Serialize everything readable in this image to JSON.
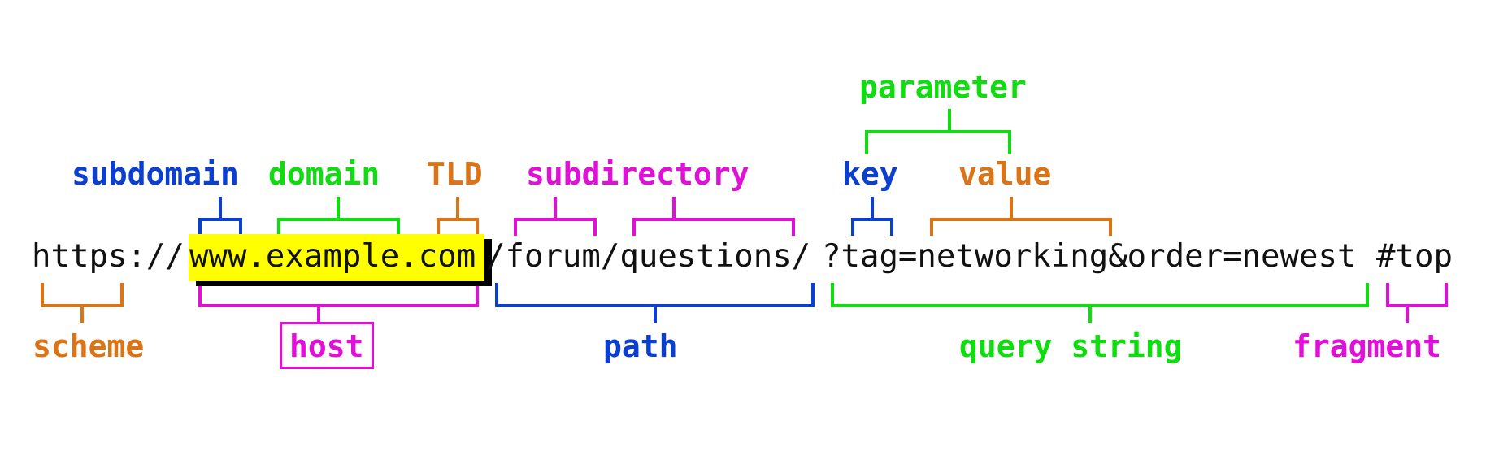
{
  "url": {
    "scheme": "https://",
    "host": "www.example.com",
    "path": "/forum/questions/",
    "query": "?tag=networking&order=newest",
    "fragment": "#top"
  },
  "labels": {
    "parameter": "parameter",
    "subdomain": "subdomain",
    "domain": "domain",
    "tld": "TLD",
    "subdirectory": "subdirectory",
    "key": "key",
    "value": "value",
    "scheme": "scheme",
    "host": "host",
    "path": "path",
    "query_string": "query string",
    "fragment": "fragment"
  },
  "colors": {
    "blue": "#0a3fd1",
    "green": "#10dd10",
    "orange": "#db7416",
    "magenta": "#e010d8",
    "highlight": "#ffff00",
    "text": "#111111"
  }
}
